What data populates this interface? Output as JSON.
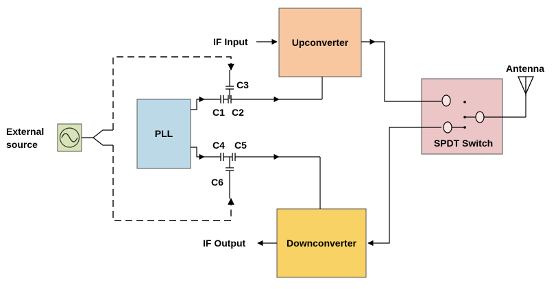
{
  "blocks": {
    "pll": "PLL",
    "upconverter": "Upconverter",
    "downconverter": "Downconverter",
    "spdt_switch": "SPDT Switch"
  },
  "labels": {
    "external_source_line1": "External",
    "external_source_line2": "source",
    "if_input": "IF Input",
    "if_output": "IF Output",
    "antenna": "Antenna"
  },
  "capacitors": {
    "c1": "C1",
    "c2": "C2",
    "c3": "C3",
    "c4": "C4",
    "c5": "C5",
    "c6": "C6"
  },
  "colors": {
    "pll_fill": "#bcd9e8",
    "upconverter_fill": "#f8c7a0",
    "downconverter_fill": "#f8d264",
    "switch_fill": "#ecc6c6",
    "source_fill": "#d8e4b8",
    "switch_port_fill": "#fbe3e3"
  }
}
